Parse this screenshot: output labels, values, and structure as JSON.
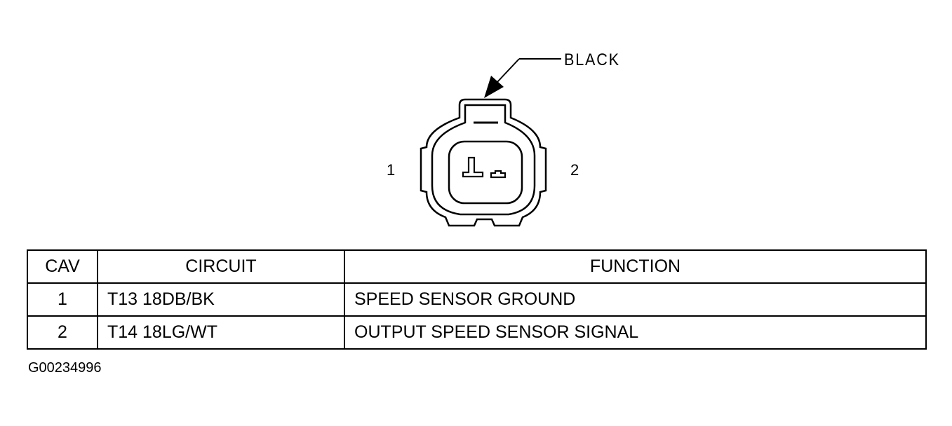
{
  "connector": {
    "color_label": "BLACK",
    "pin_labels": [
      "1",
      "2"
    ]
  },
  "pinout_table": {
    "headers": {
      "cav": "CAV",
      "circuit": "CIRCUIT",
      "function": "FUNCTION"
    },
    "rows": [
      {
        "cav": "1",
        "circuit": "T13 18DB/BK",
        "function": "SPEED SENSOR GROUND"
      },
      {
        "cav": "2",
        "circuit": "T14 18LG/WT",
        "function": "OUTPUT SPEED SENSOR SIGNAL"
      }
    ]
  },
  "figure_id": "G00234996"
}
